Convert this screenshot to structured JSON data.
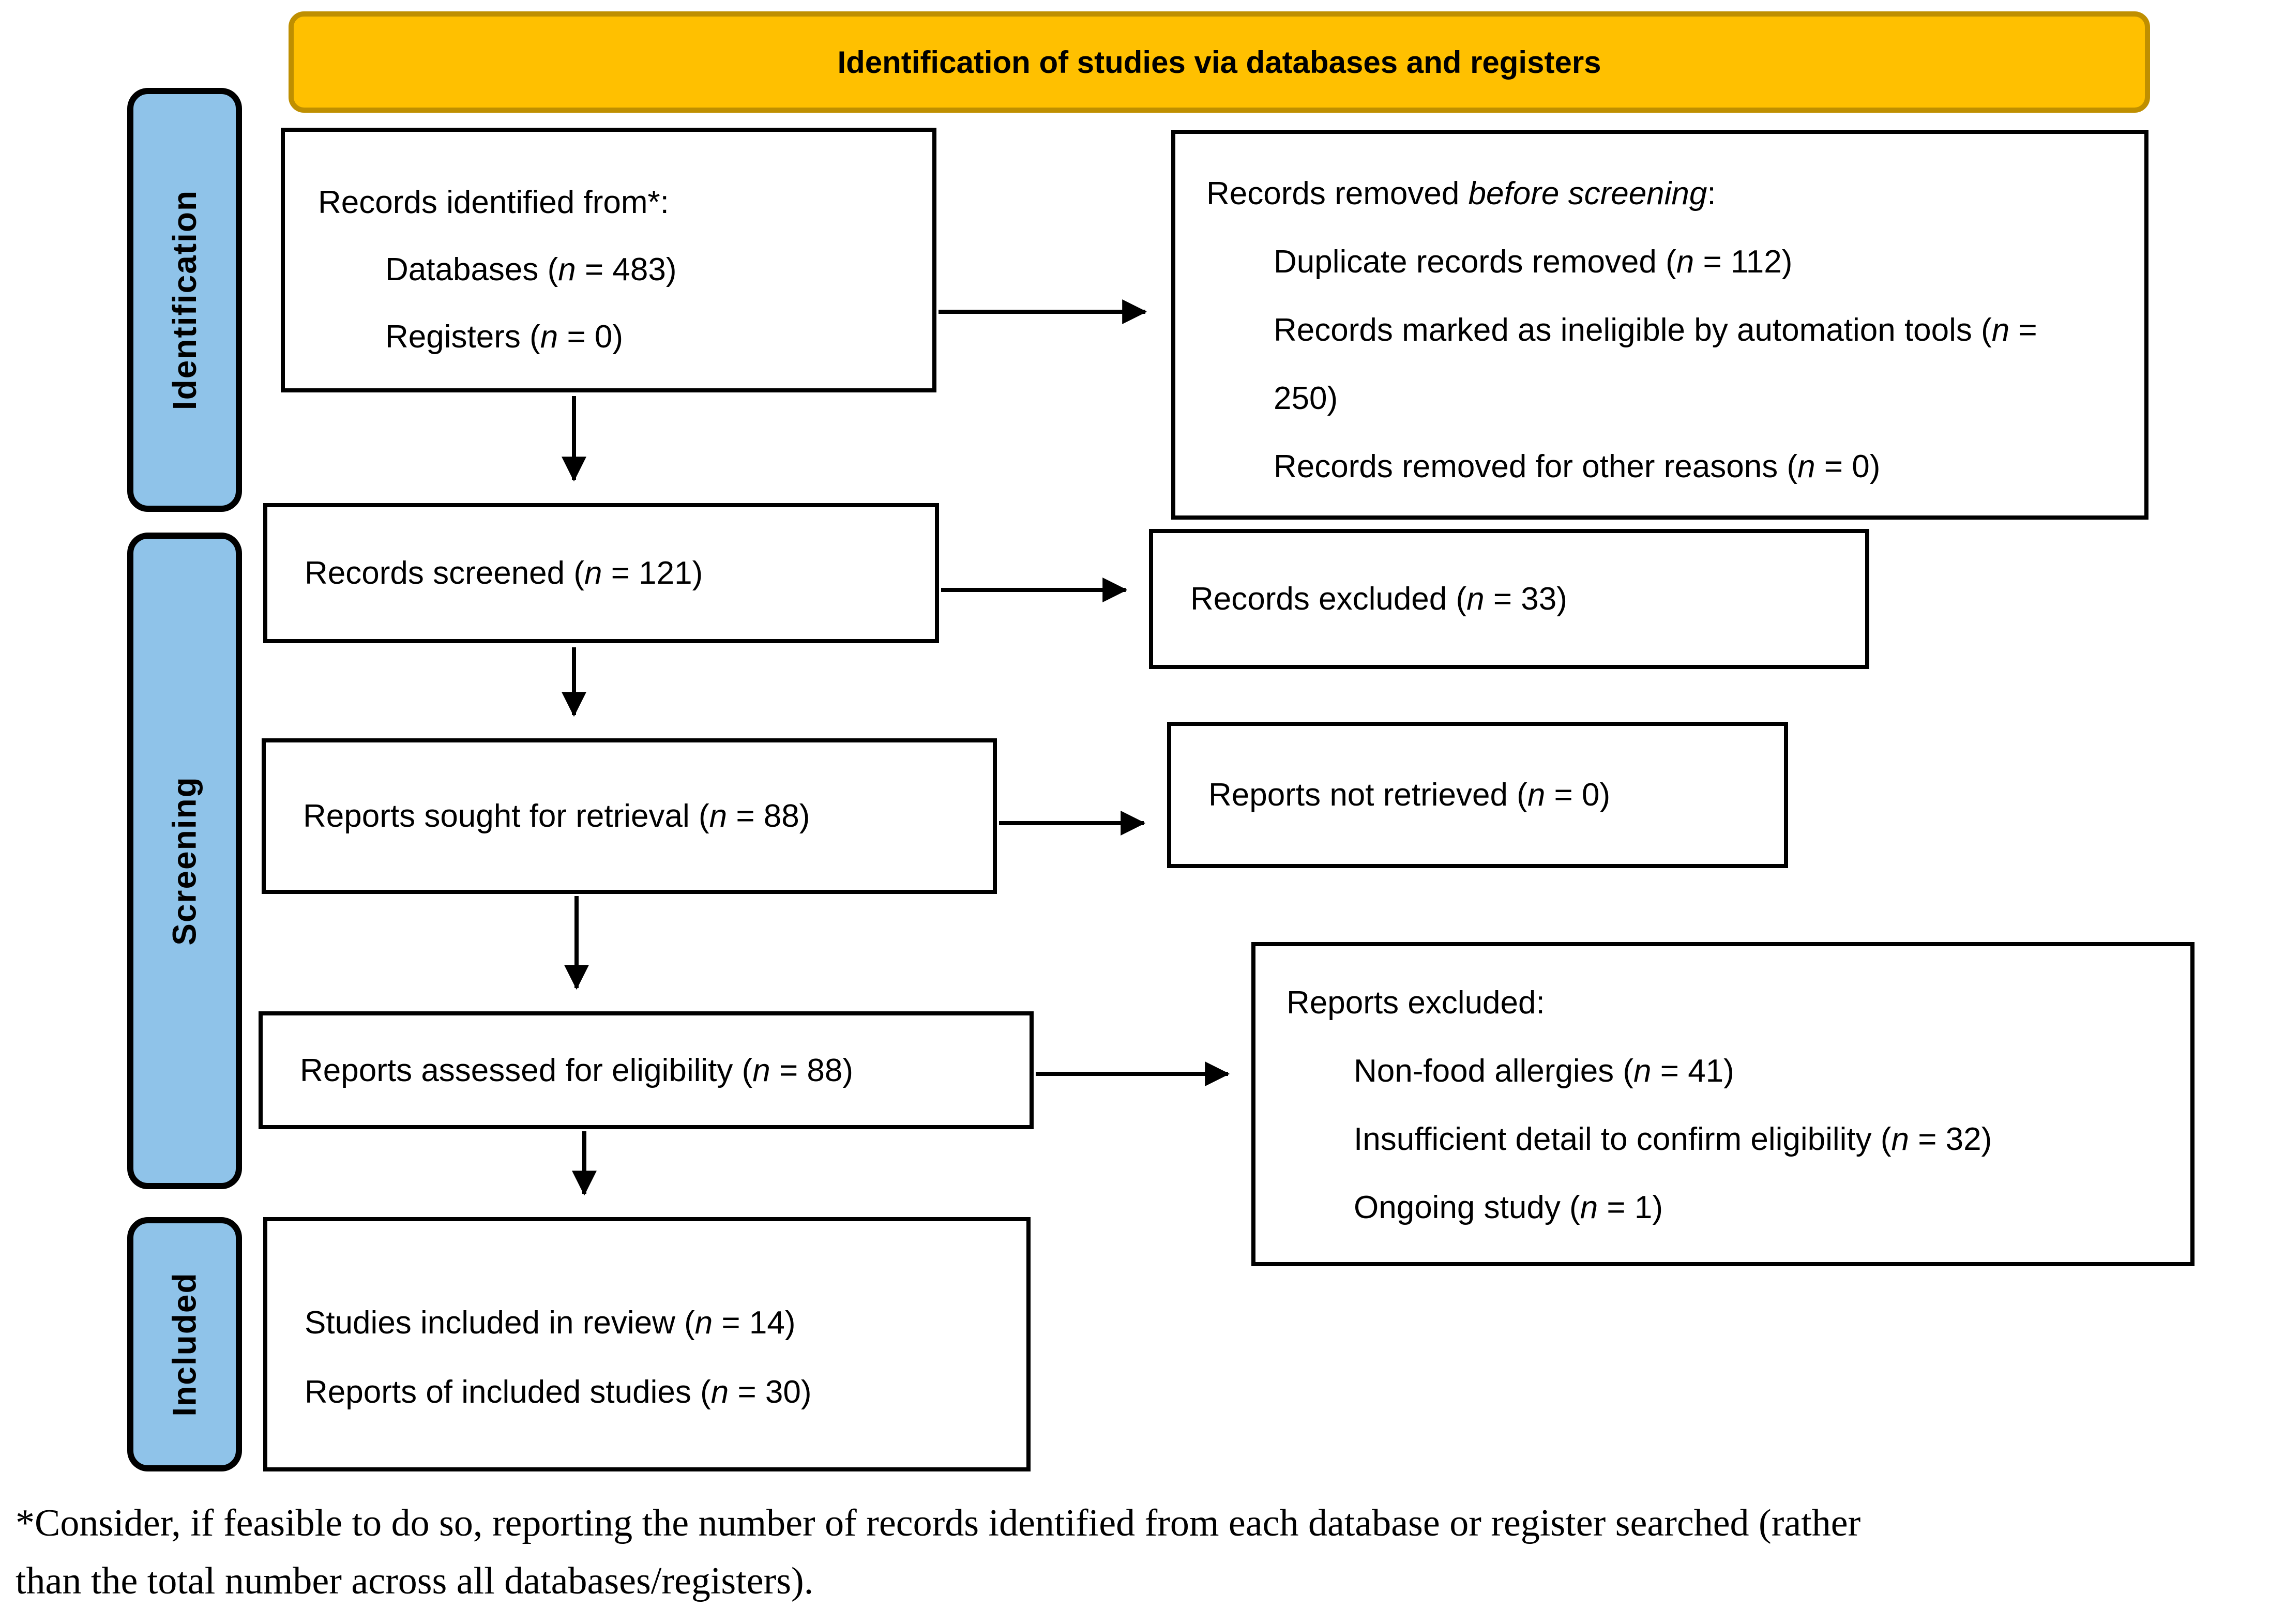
{
  "banner": {
    "title": "Identification of studies via databases and registers"
  },
  "stages": [
    {
      "label": "Identification"
    },
    {
      "label": "Screening"
    },
    {
      "label": "Included"
    }
  ],
  "boxes": {
    "identified": {
      "heading": "Records identified from*:",
      "items": [
        {
          "pre": "Databases (",
          "var": "n",
          "post": " = 483)",
          "value": 483
        },
        {
          "pre": "Registers (",
          "var": "n",
          "post": " = 0)",
          "value": 0
        }
      ]
    },
    "removed": {
      "heading_pre": "Records removed ",
      "heading_italic": "before screening",
      "heading_post": ":",
      "items": [
        {
          "pre": "Duplicate records removed (",
          "var": "n",
          "post": " = 112)",
          "value": 112
        },
        {
          "pre": "Records marked as ineligible by automation tools (",
          "var": "n",
          "post": " = 250)",
          "value": 250
        },
        {
          "pre": "Records removed for other reasons (",
          "var": "n",
          "post": " = 0)",
          "value": 0
        }
      ]
    },
    "screened": {
      "pre": "Records screened (",
      "var": "n",
      "post": " = 121)",
      "value": 121
    },
    "records_excluded": {
      "pre": "Records excluded (",
      "var": "n",
      "post": " = 33)",
      "value": 33
    },
    "sought": {
      "pre": "Reports sought for retrieval (",
      "var": "n",
      "post": " = 88)",
      "value": 88
    },
    "not_retrieved": {
      "pre": "Reports not retrieved (",
      "var": "n",
      "post": " = 0)",
      "value": 0
    },
    "assessed": {
      "pre": "Reports assessed for eligibility (",
      "var": "n",
      "post": " = 88)",
      "value": 88
    },
    "reports_excluded": {
      "heading": "Reports excluded:",
      "items": [
        {
          "pre": "Non-food allergies (",
          "var": "n",
          "post": " = 41)",
          "value": 41
        },
        {
          "pre": "Insufficient detail to confirm eligibility (",
          "var": "n",
          "post": " = 32)",
          "value": 32
        },
        {
          "pre": "Ongoing study (",
          "var": "n",
          "post": " = 1)",
          "value": 1
        }
      ]
    },
    "included": {
      "items": [
        {
          "pre": "Studies included in review (",
          "var": "n",
          "post": " = 14)",
          "value": 14
        },
        {
          "pre": "Reports of included studies (",
          "var": "n",
          "post": " = 30)",
          "value": 30
        }
      ]
    }
  },
  "footnote": {
    "line1": "*Consider, if feasible to do so, reporting the number of records identified from each database or register searched (rather",
    "line2": "than the total number across all databases/registers)."
  },
  "colors": {
    "banner_fill": "#FFC000",
    "banner_border": "#BF8F00",
    "stage_fill": "#8FC3E9",
    "arrow": "#000000"
  }
}
